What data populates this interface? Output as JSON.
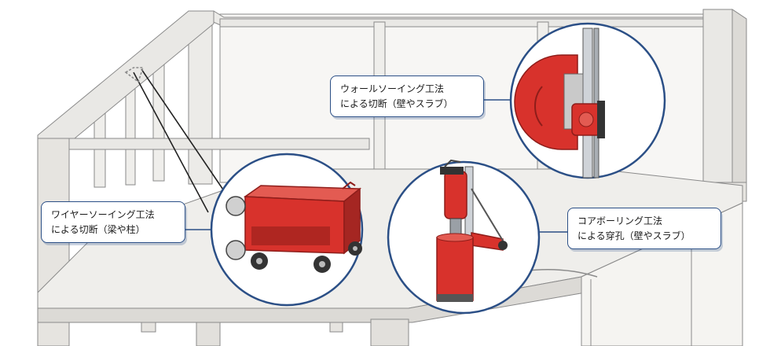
{
  "callouts": {
    "wall_saw": {
      "line1": "ウォールソーイング工法",
      "line2": "による切断（壁やスラブ）"
    },
    "wire_saw": {
      "line1": "ワイヤーソーイング工法",
      "line2": "による切断（梁や柱）"
    },
    "core_boring": {
      "line1": "コアボーリング工法",
      "line2": "による穿孔（壁やスラブ）"
    }
  },
  "colors": {
    "machine_red": "#d8322c",
    "machine_dark": "#8e1d1a",
    "frame_line": "#2b4f86",
    "structure_fill": "#f2f0ee",
    "structure_line": "#8a8a8a"
  }
}
